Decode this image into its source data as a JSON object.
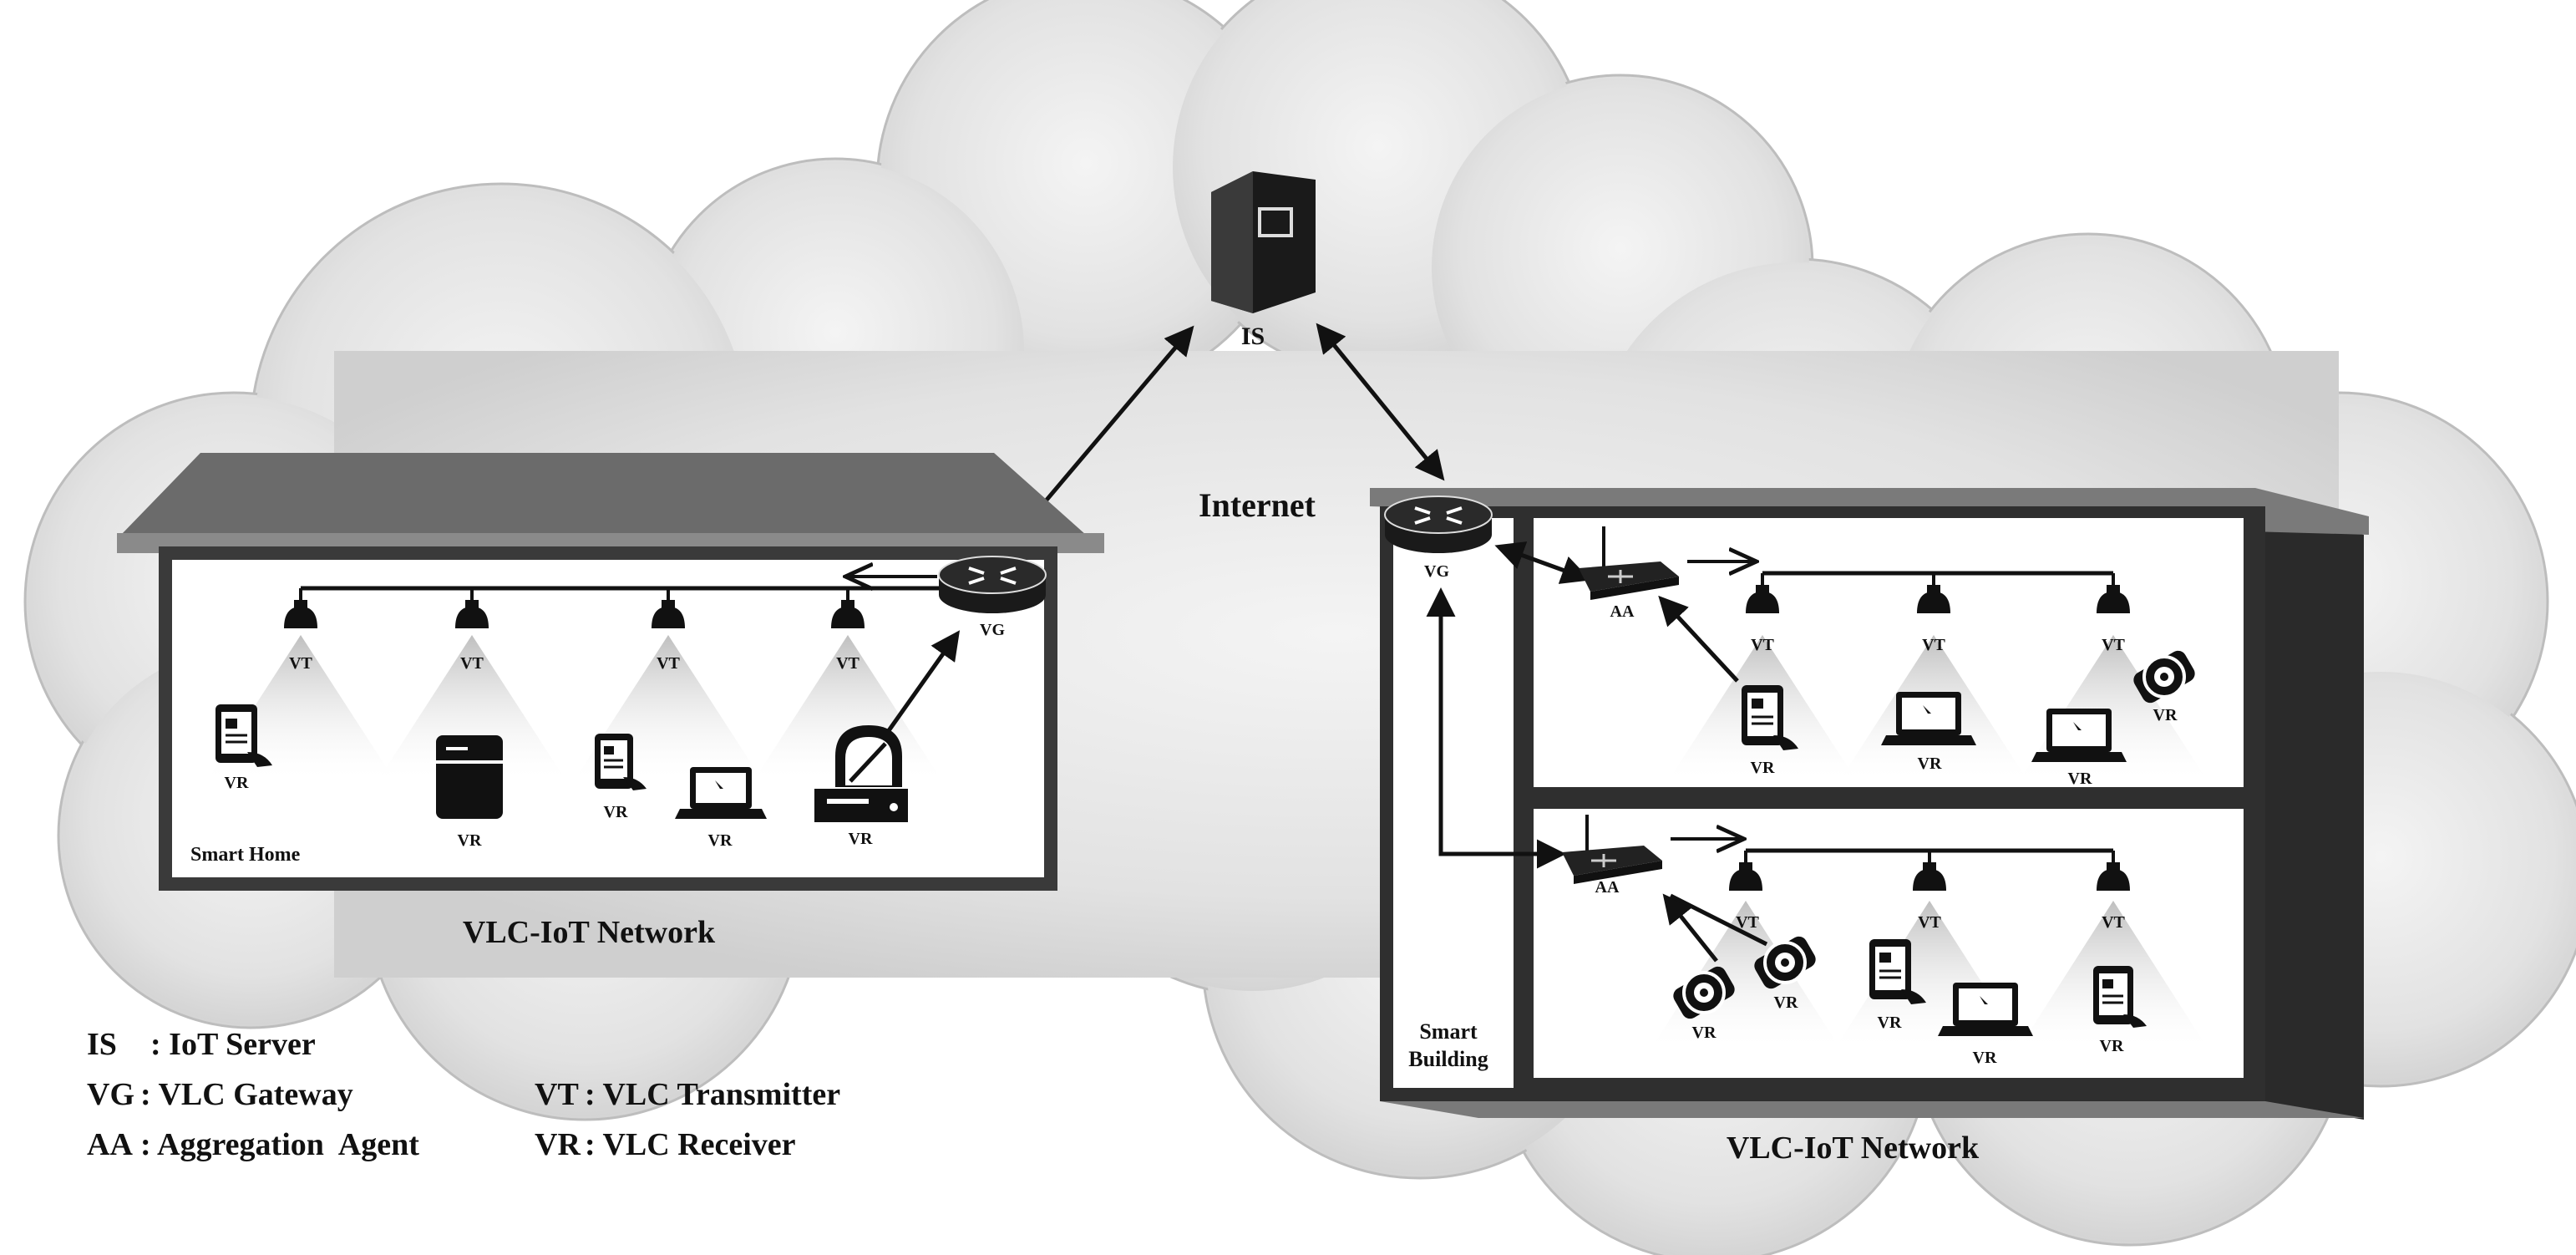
{
  "server": {
    "label": "IS"
  },
  "internet_label": "Internet",
  "smart_home": {
    "title": "Smart Home",
    "network_label": "VLC-IoT Network",
    "gateway_label": "VG",
    "transmitters": [
      "VT",
      "VT",
      "VT",
      "VT"
    ],
    "receivers": [
      "VR",
      "VR",
      "VR",
      "VR",
      "VR"
    ]
  },
  "smart_building": {
    "title_line1": "Smart",
    "title_line2": "Building",
    "network_label": "VLC-IoT Network",
    "gateway_label": "VG",
    "upper_floor": {
      "agent_label": "AA",
      "transmitters": [
        "VT",
        "VT",
        "VT"
      ],
      "receivers": [
        "VR",
        "VR",
        "VR",
        "VR"
      ]
    },
    "lower_floor": {
      "agent_label": "AA",
      "transmitters": [
        "VT",
        "VT",
        "VT"
      ],
      "receivers": [
        "VR",
        "VR",
        "VR",
        "VR",
        "VR"
      ]
    }
  },
  "legend": [
    {
      "abbr": "IS",
      "text": ": IoT Server"
    },
    {
      "abbr": "VG",
      "text": ": VLC Gateway"
    },
    {
      "abbr": "AA",
      "text": ": Aggregation  Agent"
    },
    {
      "abbr": "VT",
      "text": ": VLC Transmitter"
    },
    {
      "abbr": "VR",
      "text": ": VLC Receiver"
    }
  ]
}
